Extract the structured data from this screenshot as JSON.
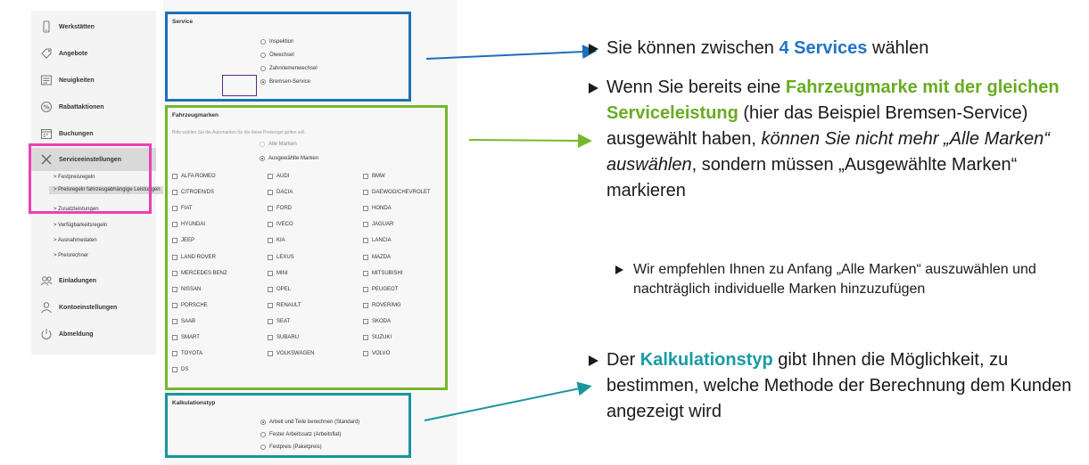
{
  "sidebar": {
    "items": [
      {
        "label": "Werkstätten",
        "icon": "phone-icon"
      },
      {
        "label": "Angebote",
        "icon": "tag-icon"
      },
      {
        "label": "Neuigkeiten",
        "icon": "news-icon"
      },
      {
        "label": "Rabattaktionen",
        "icon": "percent-icon"
      },
      {
        "label": "Buchungen",
        "icon": "calendar-icon"
      },
      {
        "label": "Serviceeinstellungen",
        "icon": "tools-icon"
      },
      {
        "label": "Einladungen",
        "icon": "users-icon"
      },
      {
        "label": "Kontoeinstellungen",
        "icon": "user-icon"
      },
      {
        "label": "Abmeldung",
        "icon": "power-icon"
      }
    ],
    "sub_items": [
      "> Festpreisregeln",
      "> Preisregeln fahrzeugabhängige Leistungen",
      "> Zusatzleistungen",
      "> Verfügbarkeitsregeln",
      "> Ausnahmedaten",
      "> Preisrechner"
    ]
  },
  "service": {
    "title": "Service",
    "options": [
      "Inspektion",
      "Ölwechsel",
      "Zahnriemenwechsel",
      "Bremsen-Service"
    ],
    "selected": "Bremsen-Service"
  },
  "marken": {
    "title": "Fahrzeugmarken",
    "hint": "Bitte wählen Sie die Automarken für die diese Preisregel gelten soll.",
    "radio_all": "Alle Marken",
    "radio_selected": "Ausgewählte Marken",
    "brands": [
      "ALFA ROMEO",
      "AUDI",
      "BMW",
      "CITROEN/DS",
      "DACIA",
      "DAEWOO/CHEVROLET",
      "FIAT",
      "FORD",
      "HONDA",
      "HYUNDAI",
      "IVECO",
      "JAGUAR",
      "JEEP",
      "KIA",
      "LANCIA",
      "LAND ROVER",
      "LEXUS",
      "MAZDA",
      "MERCEDES BENZ",
      "MINI",
      "MITSUBISHI",
      "NISSAN",
      "OPEL",
      "PEUGEOT",
      "PORSCHE",
      "RENAULT",
      "ROVER/MG",
      "SAAB",
      "SEAT",
      "SKODA",
      "SMART",
      "SUBARU",
      "SUZUKI",
      "TOYOTA",
      "VOLKSWAGEN",
      "VOLVO",
      "DS"
    ]
  },
  "kalk": {
    "title": "Kalkulationstyp",
    "options": [
      "Arbeit und Teile berechnen (Standard)",
      "Fester Arbeitssatz (Arbeitsflat)",
      "Festpreis (Paketpreis)"
    ],
    "selected": "Arbeit und Teile berechnen (Standard)"
  },
  "colors": {
    "service": "#1e6fb8",
    "marken": "#76b82a",
    "kalk": "#18959d",
    "highlight": "#ec40b4"
  },
  "text": {
    "b1_pre": "Sie können zwischen ",
    "b1_hl": "4 Services",
    "b1_post": " wählen",
    "b2_pre": "Wenn Sie bereits eine ",
    "b2_hl": "Fahrzeugmarke mit der gleichen Serviceleistung",
    "b2_mid": " (hier das Beispiel Bremsen-Service) ausgewählt haben, ",
    "b2_em": "können Sie nicht mehr „Alle Marken“ auswählen",
    "b2_post": ", sondern müssen „Ausgewählte Marken“ markieren",
    "b3": "Wir empfehlen Ihnen zu Anfang „Alle Marken“ auszuwählen und nachträglich individuelle Marken hinzuzufügen",
    "b4_pre": "Der ",
    "b4_hl": "Kalkulationstyp",
    "b4_post": " gibt Ihnen die Möglichkeit, zu bestimmen, welche Methode der Berechnung dem Kunden angezeigt wird"
  }
}
